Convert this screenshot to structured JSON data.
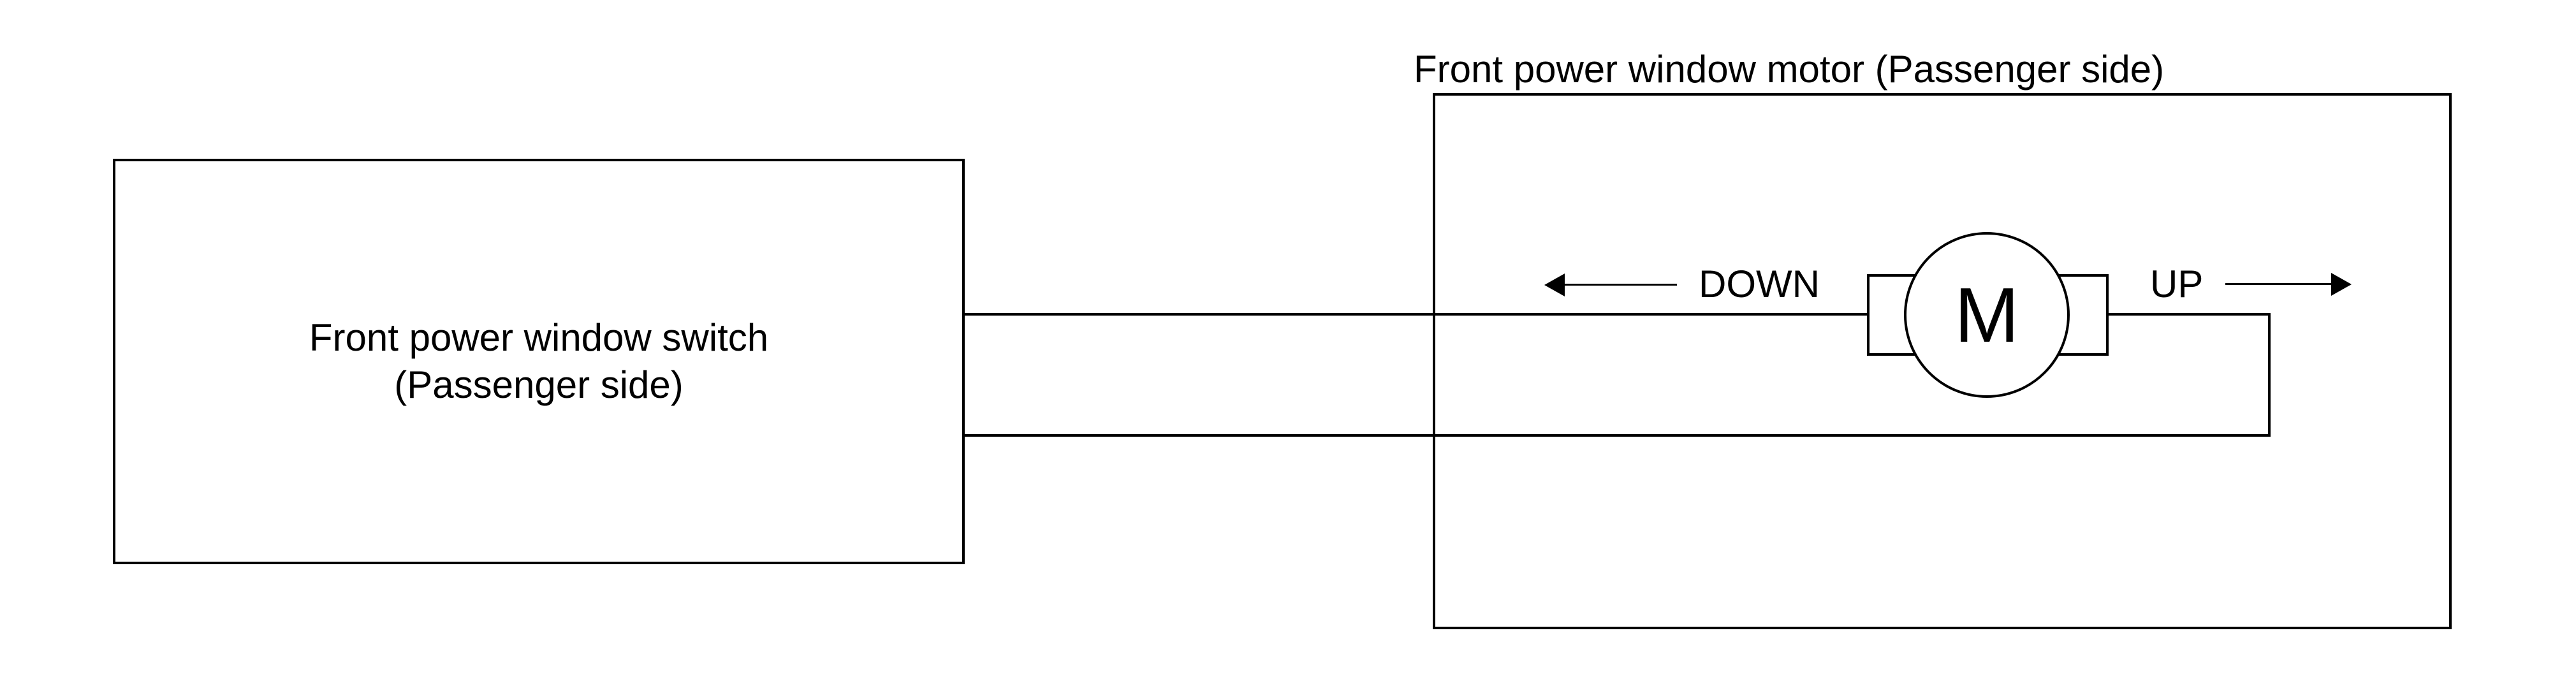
{
  "diagram": {
    "colors": {
      "background": "#ffffff",
      "line": "#000000"
    },
    "switch_box": {
      "label_line1": "Front power window switch",
      "label_line2": "(Passenger side)"
    },
    "motor_box": {
      "title": "Front power window motor (Passenger side)"
    },
    "motor": {
      "symbol": "M"
    },
    "directions": {
      "down_label": "DOWN",
      "up_label": "UP"
    }
  }
}
